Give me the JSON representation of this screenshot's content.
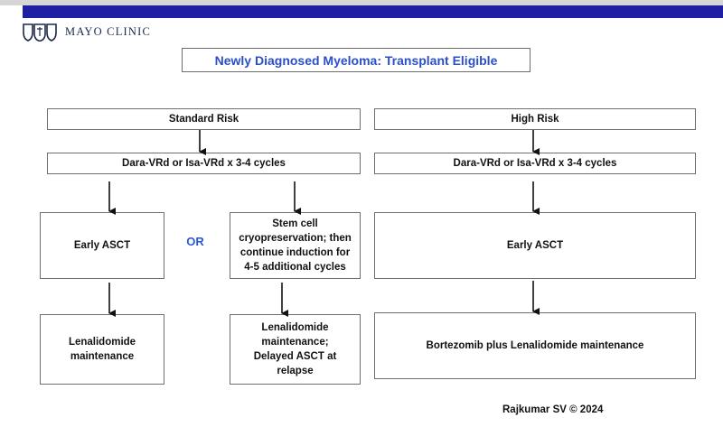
{
  "header": {
    "logo_text": "MAYO CLINIC",
    "logo_icon": "mayo-shields-icon"
  },
  "title": "Newly Diagnosed Myeloma: Transplant Eligible",
  "standard": {
    "risk": "Standard Risk",
    "induction": "Dara-VRd or Isa-VRd x 3-4 cycles",
    "early_asct": "Early ASCT",
    "or_label": "OR",
    "stem_cell": "Stem cell\ncryopreservation; then\ncontinue induction  for\n4-5 additional cycles",
    "len_maint": "Lenalidomide\nmaintenance",
    "len_delayed": "Lenalidomide\nmaintenance;\nDelayed ASCT at\nrelapse"
  },
  "high": {
    "risk": "High Risk",
    "induction": "Dara-VRd or Isa-VRd x 3-4 cycles",
    "early_asct": "Early ASCT",
    "maintenance": "Bortezomib plus Lenalidomide maintenance"
  },
  "credit": "Rajkumar SV © 2024",
  "colors": {
    "band": "#1f1fa3",
    "title_text": "#2a4fc8",
    "or_text": "#2a58d6",
    "box_border": "#6f6f6f",
    "logo_text": "#1b2a4a"
  }
}
